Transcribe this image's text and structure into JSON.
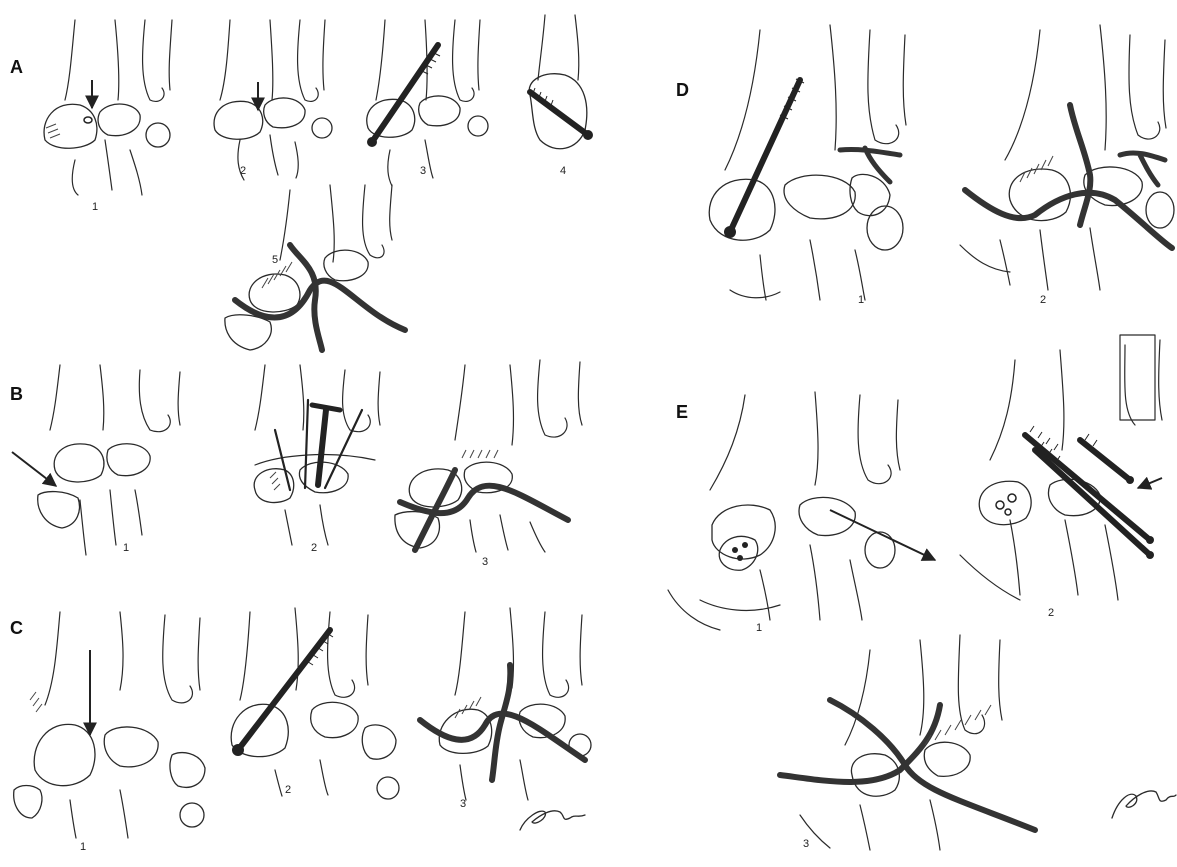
{
  "panels": [
    {
      "id": "A",
      "label": "A",
      "steps": [
        "1",
        "2",
        "3",
        "4",
        "5"
      ]
    },
    {
      "id": "B",
      "label": "B",
      "steps": [
        "1",
        "2",
        "3"
      ]
    },
    {
      "id": "C",
      "label": "C",
      "steps": [
        "1",
        "2",
        "3"
      ]
    },
    {
      "id": "D",
      "label": "D",
      "steps": [
        "1",
        "2"
      ]
    },
    {
      "id": "E",
      "label": "E",
      "steps": [
        "1",
        "2",
        "3"
      ]
    }
  ],
  "signature_text": "Jamey"
}
